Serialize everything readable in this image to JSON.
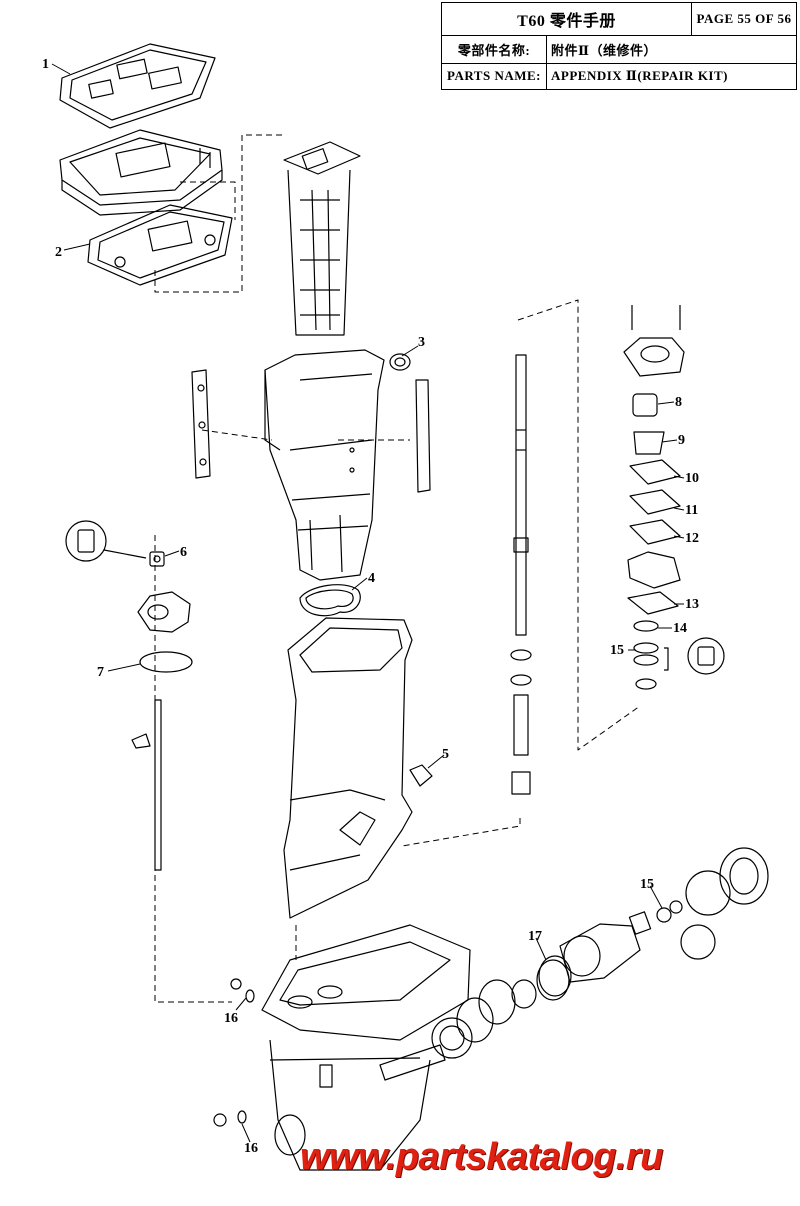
{
  "header": {
    "title": "T60 零件手册",
    "page": "PAGE 55 OF 56",
    "name_label_cn": "零部件名称:",
    "name_value_cn": "附件Ⅱ（维修件）",
    "name_label_en": "PARTS NAME:",
    "name_value_en": "APPENDIX Ⅱ(REPAIR KIT)"
  },
  "callouts": [
    "1",
    "2",
    "3",
    "4",
    "5",
    "6",
    "7",
    "8",
    "9",
    "10",
    "11",
    "12",
    "13",
    "14",
    "15",
    "15",
    "16",
    "16",
    "17"
  ],
  "watermark": "www.partskatalog.ru",
  "colors": {
    "line": "#000000",
    "watermark": "#e02010"
  }
}
